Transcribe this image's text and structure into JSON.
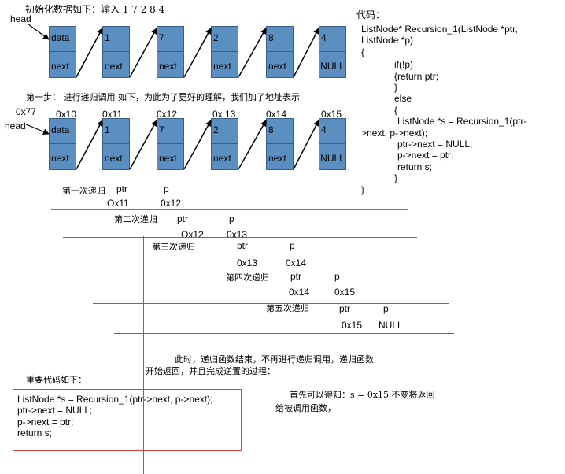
{
  "title_line": "初始化数据如下：输入    1 7 2 8 4",
  "head_label": "head",
  "row1": [
    {
      "data": "data",
      "next": "next"
    },
    {
      "data": "1",
      "next": "next"
    },
    {
      "data": "7",
      "next": "next"
    },
    {
      "data": "2",
      "next": "next"
    },
    {
      "data": "8",
      "next": "next"
    },
    {
      "data": "4",
      "next": "NULL"
    }
  ],
  "step1_line": "第一步：   进行递归调用    如下，为此为了更好的理解，我们加了地址表示",
  "head_addr": "0x77",
  "head2_label": "head",
  "addresses": [
    "0x10",
    "0x11",
    "0x12",
    "0x 13",
    "0x14",
    "0x15"
  ],
  "row2": [
    {
      "data": "data",
      "next": "next"
    },
    {
      "data": "1",
      "next": "next"
    },
    {
      "data": "7",
      "next": "next"
    },
    {
      "data": "2",
      "next": "next"
    },
    {
      "data": "8",
      "next": "next"
    },
    {
      "data": "4",
      "next": "NULL"
    }
  ],
  "code_title": "代码：",
  "code_lines": [
    "ListNode*    Recursion_1(ListNode    *ptr,",
    "ListNode *p)",
    "{",
    "if(!p)",
    "{return ptr;",
    "}",
    "else",
    "{",
    "ListNode  *s  =  Recursion_1(ptr-",
    ">next, p->next);",
    "ptr->next   = NULL;",
    "p->next = ptr;",
    "return s;",
    "}",
    "}"
  ],
  "recursion": [
    {
      "label": "第一次递归",
      "ptr": "ptr",
      "p": "p",
      "ptr_val": "Ox11",
      "p_val": "0x12"
    },
    {
      "label": "第二次递归",
      "ptr": "ptr",
      "p": "p",
      "ptr_val": "Ox12",
      "p_val": "0x13"
    },
    {
      "label": "第三次递归",
      "ptr": "ptr",
      "p": "p",
      "ptr_val": "0x13",
      "p_val": "0x14"
    },
    {
      "label": "第四次递归",
      "ptr": "ptr",
      "p": "p",
      "ptr_val": "0x14",
      "p_val": "0x15"
    },
    {
      "label": "第五次递归",
      "ptr": "ptr",
      "p": "p",
      "ptr_val": "0x15",
      "p_val": "NULL"
    }
  ],
  "end_line1": "此时，递归函数结束，不再进行递归调用，递归函数",
  "end_line2": "开始返回，并且完成逆置的过程：",
  "key_code_title": "重要代码如下：",
  "key_code": [
    "ListNode *s = Recursion_1(ptr->next, p->next);",
    "ptr->next     = NULL;",
    "p->next      = ptr;",
    "return s;"
  ],
  "note_line1": "首先可以得知：s = 0x15 不变将返回",
  "note_line2": "给被调用函数，",
  "colors": {
    "node_fill": "#5b8fc2",
    "line_brown": "#c0622a",
    "line_red": "#e03b3b",
    "line_blue": "#3b3bb8",
    "line_green": "#5a7a2a"
  }
}
